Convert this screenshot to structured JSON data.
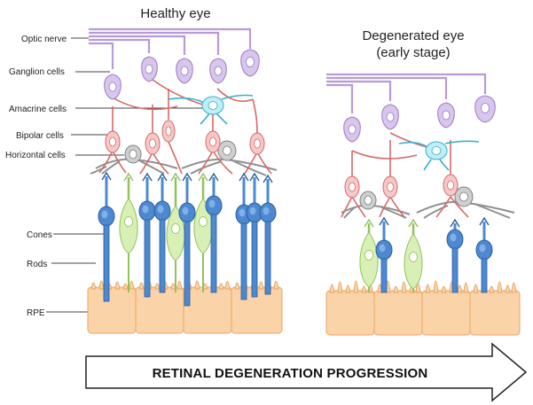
{
  "healthy": {
    "title": "Healthy eye"
  },
  "degenerated": {
    "title_line1": "Degenerated eye",
    "title_line2": "(early stage)"
  },
  "labels": {
    "optic_nerve": "Optic nerve",
    "ganglion": "Ganglion cells",
    "amacrine": "Amacrine cells",
    "bipolar": "Bipolar cells",
    "horizontal": "Horizontal cells",
    "cones": "Cones",
    "rods": "Rods",
    "rpe": "RPE"
  },
  "arrow": {
    "text": "RETINAL DEGENERATION PROGRESSION"
  },
  "colors": {
    "ganglion_fill": "#d9c6ec",
    "ganglion_stroke": "#9b7bc6",
    "bipolar_fill": "#f6c9c9",
    "bipolar_stroke": "#d86868",
    "amacrine_fill": "#bfeef6",
    "amacrine_stroke": "#3ab1c8",
    "horizontal_fill": "#cfcfcf",
    "horizontal_stroke": "#808080",
    "rod_fill": "#4d88d0",
    "rod_stroke": "#2a5f9f",
    "cone_fill": "#d8efb5",
    "cone_stroke": "#92c25c",
    "rpe_fill": "#fbd3a8",
    "rpe_stroke": "#e8a565"
  }
}
